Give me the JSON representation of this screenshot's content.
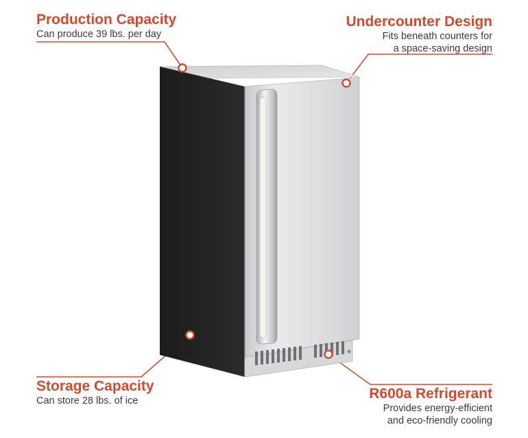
{
  "colors": {
    "accent": "#cf4a2e",
    "body_text": "#3a3a3a",
    "cabinet": "#222222",
    "door": "#e2e2e4"
  },
  "callouts": {
    "production": {
      "title": "Production Capacity",
      "description": [
        "Can produce 39 lbs. per day"
      ]
    },
    "undercounter": {
      "title": "Undercounter Design",
      "description": [
        "Fits beneath counters for",
        "a space-saving design"
      ]
    },
    "storage": {
      "title": "Storage Capacity",
      "description": [
        "Can store 28 lbs. of ice"
      ]
    },
    "refrigerant": {
      "title": "R600a Refrigerant",
      "description": [
        "Provides energy-efficient",
        "and eco-friendly cooling"
      ]
    }
  }
}
